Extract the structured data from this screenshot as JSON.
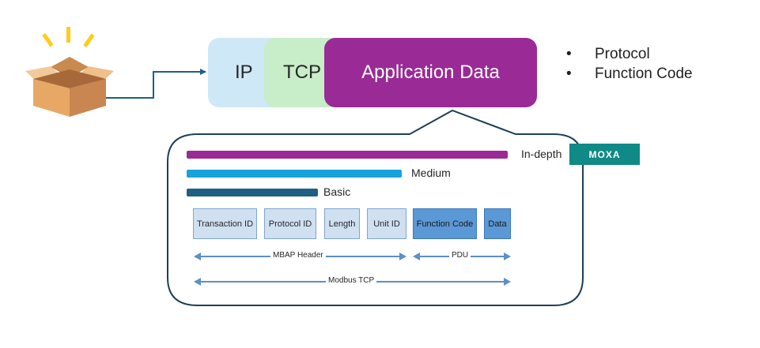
{
  "packet": {
    "ip_label": "IP",
    "tcp_label": "TCP",
    "app_label": "Application Data"
  },
  "bullets": [
    "Protocol",
    "Function Code"
  ],
  "inspection_levels": [
    {
      "label": "In-depth",
      "color": "#9a2a96"
    },
    {
      "label": "Medium",
      "color": "#16a3dc"
    },
    {
      "label": "Basic",
      "color": "#1e5f86"
    }
  ],
  "logo": "MOXA",
  "fields": [
    "Transaction ID",
    "Protocol ID",
    "Length",
    "Unit ID",
    "Function Code",
    "Data"
  ],
  "spans": {
    "mbap": "MBAP Header",
    "pdu": "PDU",
    "modbus": "Modbus TCP"
  },
  "colors": {
    "ip": "#cfe8f7",
    "tcp": "#c8edc9",
    "app": "#9a2a96",
    "field_light": "#cfe0f1",
    "field_dark": "#5b98d6",
    "arrow": "#5b8fc9",
    "moxa": "#108a86"
  }
}
